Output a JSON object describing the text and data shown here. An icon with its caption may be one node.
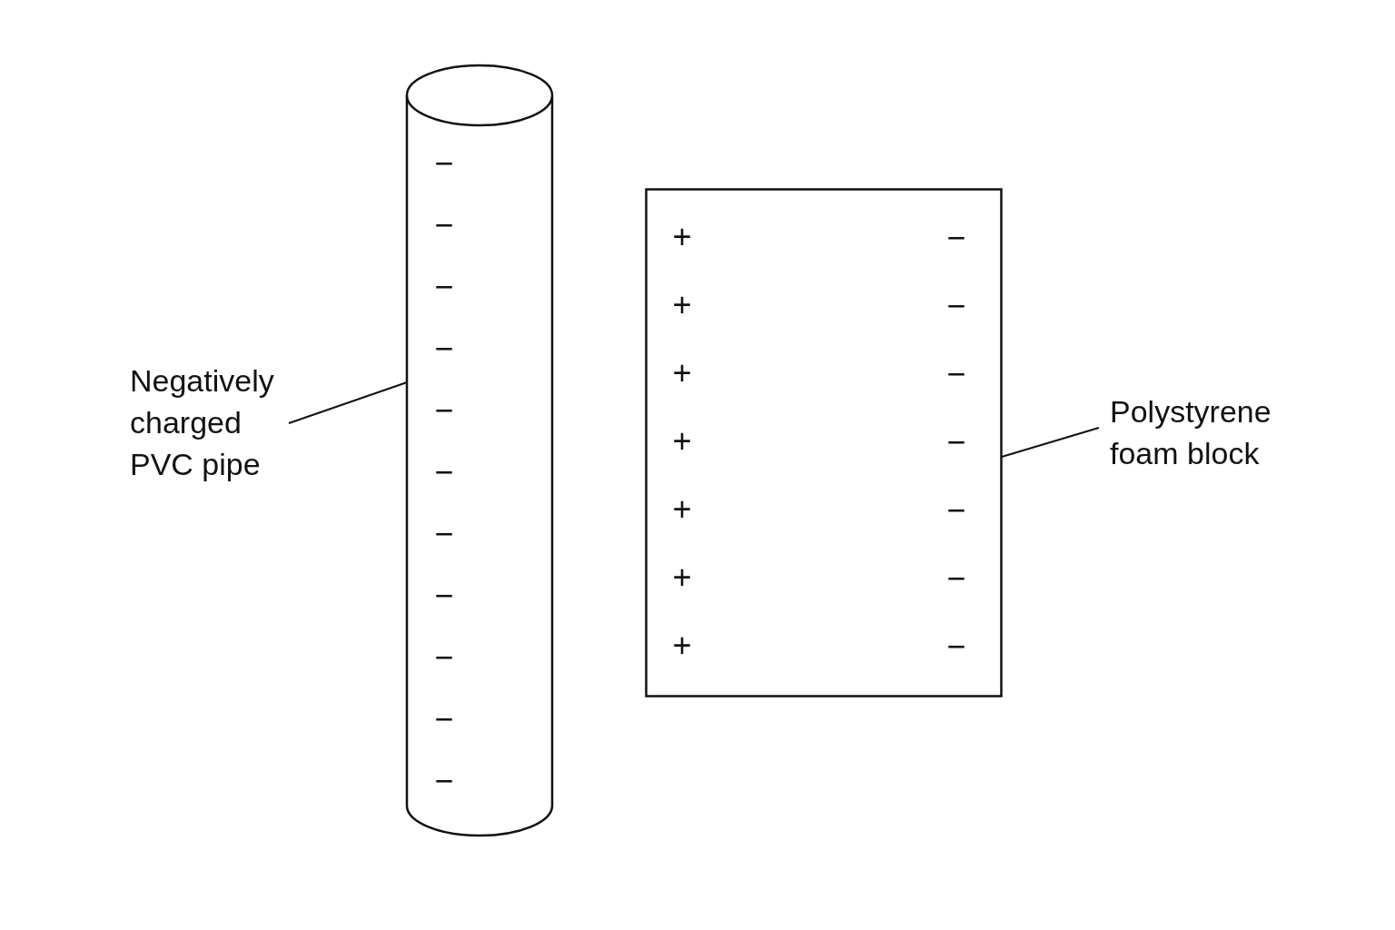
{
  "diagram": {
    "nodes": [
      {
        "text": [
          "Negatively charged PVC pipe"
        ]
      },
      {
        "text": [],
        "shape": "cylinder"
      },
      {
        "text": [],
        "shape": "box"
      },
      {
        "text": [
          "Polystyrene foam block"
        ]
      }
    ],
    "edges": [
      {
        "from": 0,
        "to": 1,
        "arrow": "none"
      },
      {
        "from": 3,
        "to": 2,
        "arrow": "none"
      }
    ],
    "labels": [
      "−",
      "−",
      "−",
      "−",
      "−",
      "−",
      "−",
      "−",
      "−",
      "−",
      "−",
      "+",
      "−",
      "+",
      "−",
      "+",
      "−",
      "+",
      "−",
      "+",
      "−",
      "+",
      "−",
      "+",
      "−"
    ]
  }
}
